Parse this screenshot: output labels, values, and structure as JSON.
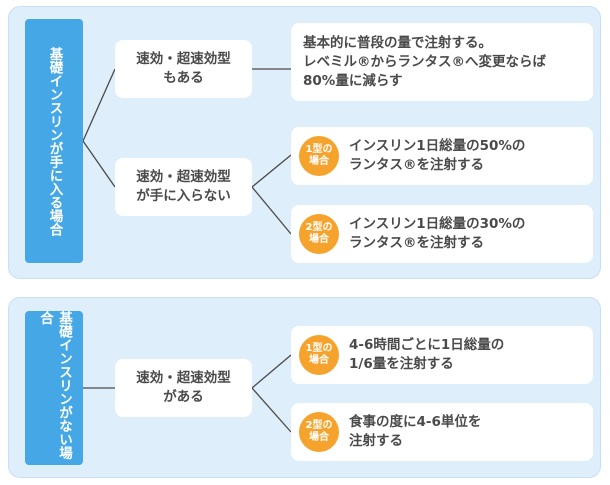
{
  "colors": {
    "panel_bg": "#dfeefb",
    "condition_label_bg": "#45a7e6",
    "badge_bg": "#f5a32d",
    "connector_line": "#4a4a4a"
  },
  "sections": [
    {
      "condition": "基礎インスリンが手に入る場合",
      "branches": [
        {
          "label": "速効・超速効型\nもある",
          "results": [
            {
              "text": "基本的に普段の量で注射する。\nレベミル®からランタス®へ変更ならば\n80%量に減らす"
            }
          ]
        },
        {
          "label": "速効・超速効型\nが手に入らない",
          "results": [
            {
              "badge": [
                "1型の",
                "場合"
              ],
              "text": "インスリン1日総量の50%の\nランタス®を注射する"
            },
            {
              "badge": [
                "2型の",
                "場合"
              ],
              "text": "インスリン1日総量の30%の\nランタス®を注射する"
            }
          ]
        }
      ]
    },
    {
      "condition": "基礎インスリンがない場合",
      "branches": [
        {
          "label": "速効・超速効型\nがある",
          "results": [
            {
              "badge": [
                "1型の",
                "場合"
              ],
              "text": "4-6時間ごとに1日総量の\n1/6量を注射する"
            },
            {
              "badge": [
                "2型の",
                "場合"
              ],
              "text": "食事の度に4-6単位を\n注射する"
            }
          ]
        }
      ]
    }
  ]
}
